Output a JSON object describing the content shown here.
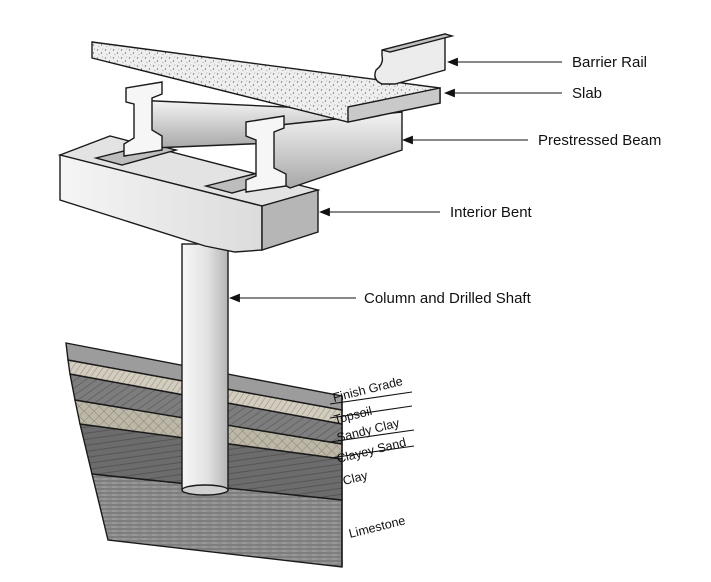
{
  "callouts": {
    "barrier_rail": "Barrier Rail",
    "slab": "Slab",
    "prestressed_beam": "Prestressed Beam",
    "interior_bent": "Interior Bent",
    "column": "Column and Drilled Shaft"
  },
  "soil_layers": {
    "finish_grade": "Finish Grade",
    "topsoil": "Topsoil",
    "sandy_clay": "Sandy Clay",
    "clayey_sand": "Clayey Sand",
    "clay": "Clay",
    "limestone": "Limestone"
  },
  "colors": {
    "outline": "#1a1a1a",
    "concrete_light": "#f1f1f1",
    "concrete_mid": "#cfcfcf",
    "concrete_dark": "#8e8e8e",
    "soil_dark": "#6e6e6e",
    "soil_light": "#c9c2b4"
  }
}
